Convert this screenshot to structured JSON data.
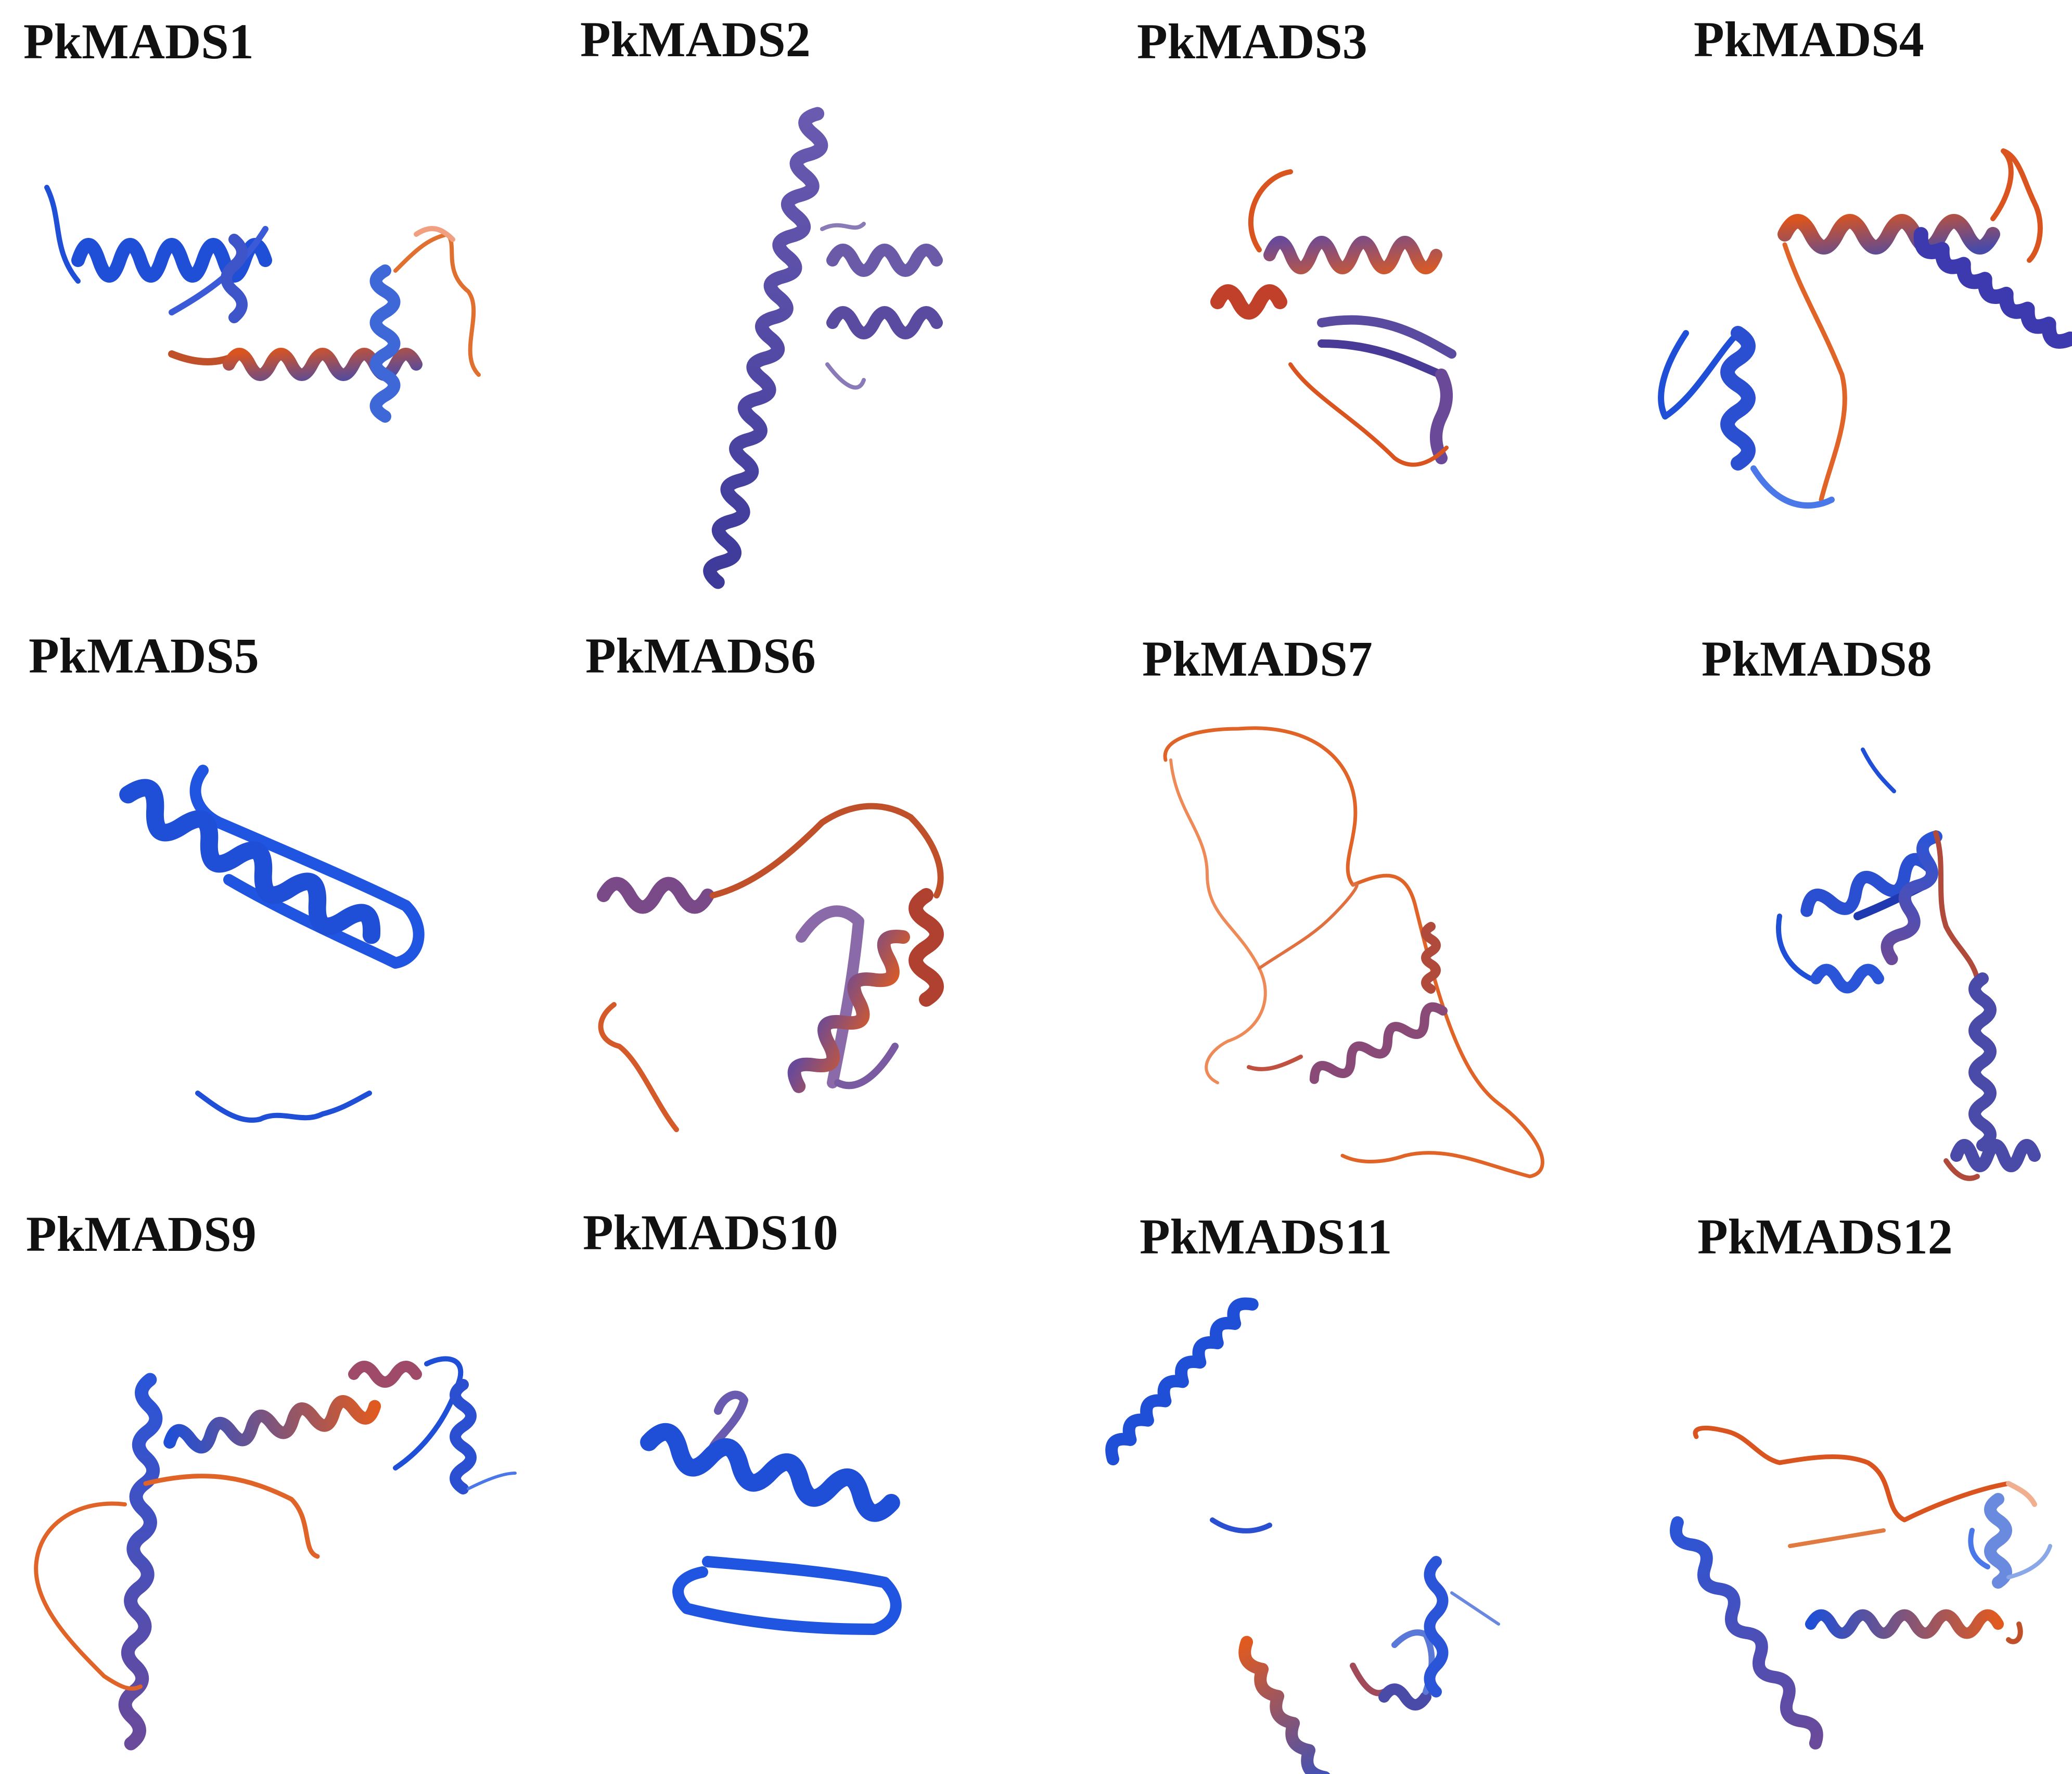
{
  "panels": [
    {
      "id": "p1",
      "label": "PkMADS1"
    },
    {
      "id": "p2",
      "label": "PkMADS2"
    },
    {
      "id": "p3",
      "label": "PkMADS3"
    },
    {
      "id": "p4",
      "label": "PkMADS4"
    },
    {
      "id": "p5",
      "label": "PkMADS5"
    },
    {
      "id": "p6",
      "label": "PkMADS6"
    },
    {
      "id": "p7",
      "label": "PkMADS7"
    },
    {
      "id": "p8",
      "label": "PkMADS8"
    },
    {
      "id": "p9",
      "label": "PkMADS9"
    },
    {
      "id": "p10",
      "label": "PkMADS10"
    },
    {
      "id": "p11",
      "label": "PkMADS11"
    },
    {
      "id": "p12",
      "label": "PkMADS12"
    }
  ],
  "colors": {
    "blue": "#1f4fd6",
    "light_blue": "#4a78e8",
    "purple": "#5a4aa8",
    "mauve": "#8a5a8a",
    "brick": "#b04a3a",
    "orange": "#e05a20"
  }
}
